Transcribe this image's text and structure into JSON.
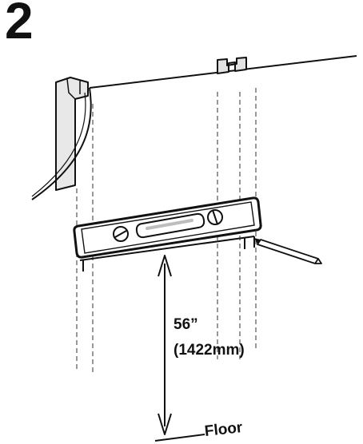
{
  "step": {
    "number": "2"
  },
  "measurement": {
    "inches": "56”",
    "millimeters": "(1422mm)"
  },
  "floor": {
    "label": "Floor"
  },
  "colors": {
    "ink": "#111111",
    "level_bubble": "#bdbdbd",
    "wall": "#ffffff"
  }
}
